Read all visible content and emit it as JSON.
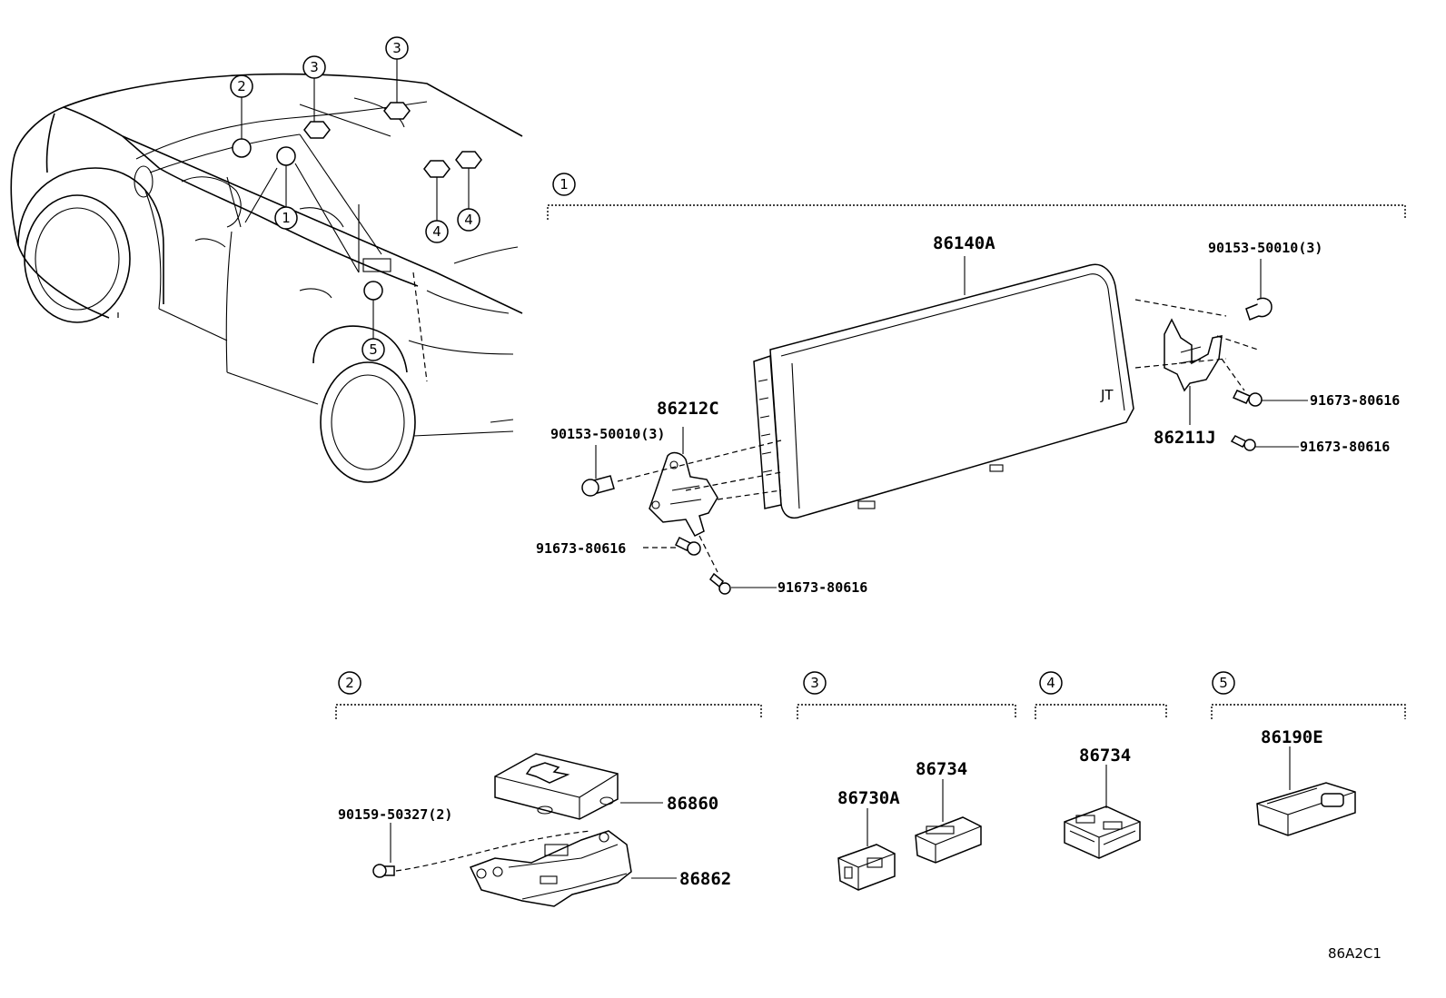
{
  "callouts": {
    "c1": "1",
    "c2": "2",
    "c3": "3",
    "c4": "4",
    "c5": "5"
  },
  "group1": {
    "label": "1",
    "parts": {
      "p86140A": "86140A",
      "p90153_top": "90153-50010(3)",
      "p86212C": "86212C",
      "p90153_left": "90153-50010(3)",
      "p91673_left1": "91673-80616",
      "p91673_left2": "91673-80616",
      "p86211J": "86211J",
      "p91673_right1": "91673-80616",
      "p91673_right2": "91673-80616"
    }
  },
  "group2": {
    "label": "2",
    "parts": {
      "p86860": "86860",
      "p86862": "86862",
      "p90159": "90159-50327(2)"
    }
  },
  "group3": {
    "label": "3",
    "parts": {
      "p86730A": "86730A",
      "p86734": "86734"
    }
  },
  "group4": {
    "label": "4",
    "parts": {
      "p86734": "86734"
    }
  },
  "group5": {
    "label": "5",
    "parts": {
      "p86190E": "86190E"
    }
  },
  "reference_code": "86A2C1"
}
